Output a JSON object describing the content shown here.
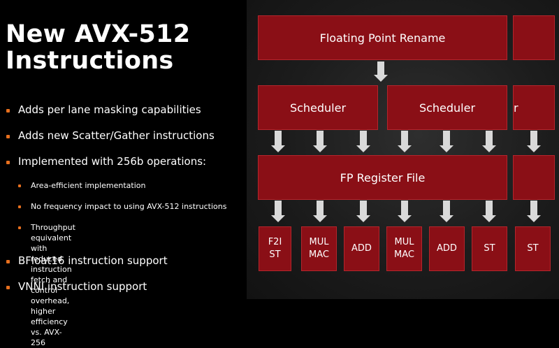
{
  "title": "New AVX-512\nInstructions",
  "bullets": [
    {
      "text": "Adds per lane masking capabilities",
      "level": 1
    },
    {
      "text": "Adds new Scatter/Gather instructions",
      "level": 1
    },
    {
      "text": "Implemented with 256b operations:",
      "level": 1
    },
    {
      "text": "Area-efficient implementation",
      "level": 2
    },
    {
      "text": "No frequency impact to using AVX-512 instructions",
      "level": 2
    },
    {
      "text": "Throughput equivalent with reduced instruction fetch and\ncontrol overhead, higher efficiency vs. AVX-256",
      "level": 2
    },
    {
      "text": "BFloat16 instruction support",
      "level": 1
    },
    {
      "text": "VNNI instruction support",
      "level": 1
    }
  ],
  "diagram": {
    "rename": "Floating Point Rename",
    "scheduler_1": "Scheduler",
    "scheduler_2": "Scheduler",
    "scheduler_3_partial": "r",
    "register_file": "FP Register File",
    "units": [
      "F2I\nST",
      "MUL\nMAC",
      "ADD",
      "MUL\nMAC",
      "ADD",
      "ST",
      "ST"
    ]
  },
  "colors": {
    "box_fill": "#8a0f16",
    "bullet_accent": "#e8701e",
    "arrow": "#d9d9d9"
  }
}
